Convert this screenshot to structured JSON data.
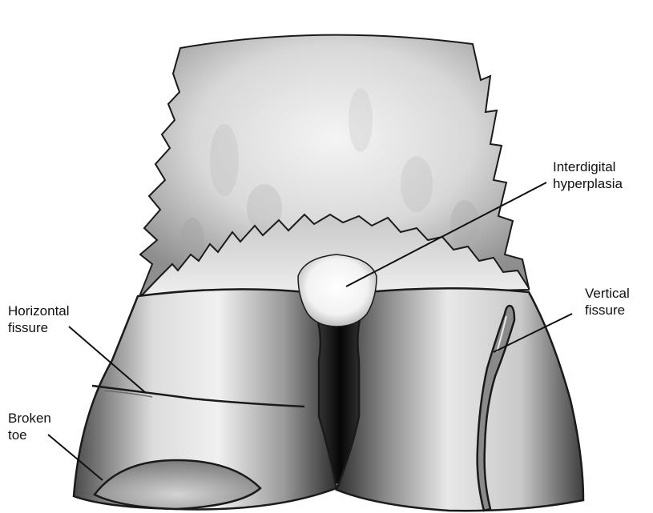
{
  "labels": {
    "interdigital": {
      "line1": "Interdigital",
      "line2": "hyperplasia"
    },
    "vertical": {
      "line1": "Vertical",
      "line2": "fissure"
    },
    "horizontal": {
      "line1": "Horizontal",
      "line2": "fissure"
    },
    "broken_toe": {
      "line1": "Broken",
      "line2": "toe"
    }
  },
  "colors": {
    "outline": "#1a1a1a",
    "hair_light": "#f2f2f2",
    "hair_mid": "#a8a8a8",
    "hoof_dark": "#3a3a3a",
    "hoof_light": "#e6e6e6"
  }
}
